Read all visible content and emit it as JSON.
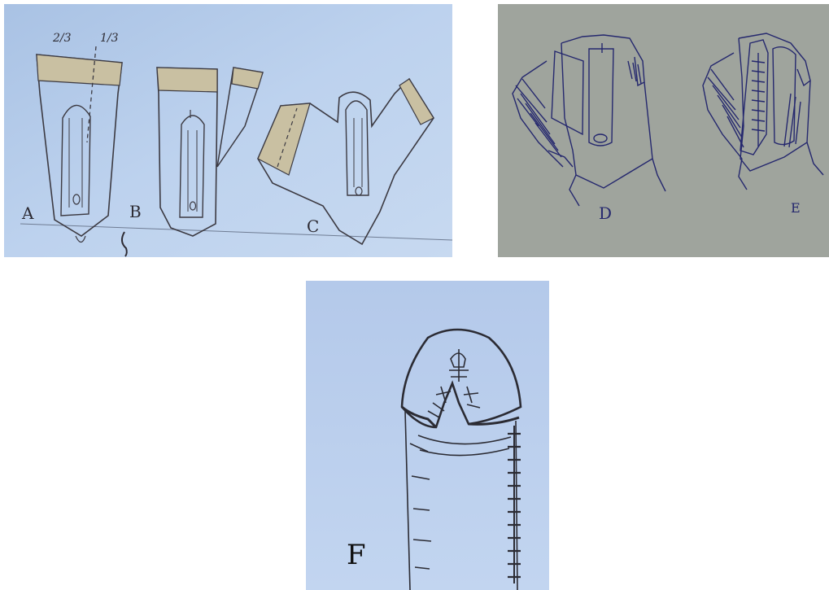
{
  "figure": {
    "panel_abc": {
      "label_a": "A",
      "label_b": "B",
      "label_c": "C",
      "fraction_two_thirds": "2/3",
      "fraction_one_third": "1/3",
      "paper_color": "#b4cbe6",
      "pencil_color": "#3c3a42",
      "shading_color": "#c9c0a2"
    },
    "panel_de": {
      "label_d": "D",
      "label_e": "E",
      "paper_color": "#9fa49d",
      "ink_color": "#25286e"
    },
    "panel_f": {
      "label_f": "F",
      "paper_color": "#b9cdec",
      "pencil_color": "#2b2b33"
    }
  }
}
